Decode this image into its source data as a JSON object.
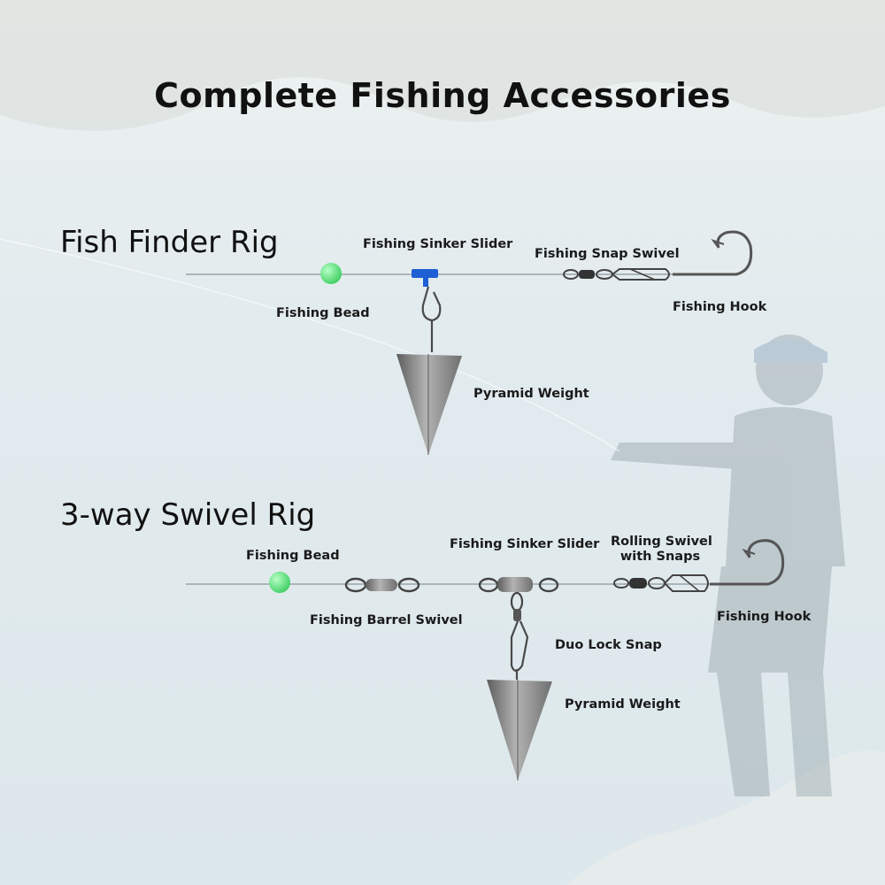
{
  "title": "Complete Fishing Accessories",
  "colors": {
    "bead": "#5be07a",
    "slider": "#1f5fd6",
    "weight": "#8c8c8c",
    "line": "#9aa3a8",
    "sky": "#dfeaee"
  },
  "rigs": [
    {
      "title": "Fish Finder Rig",
      "labels": {
        "slider": "Fishing Sinker Slider",
        "snap_swivel": "Fishing Snap Swivel",
        "bead": "Fishing Bead",
        "hook": "Fishing Hook",
        "weight": "Pyramid Weight"
      }
    },
    {
      "title": "3-way Swivel Rig",
      "labels": {
        "bead": "Fishing Bead",
        "slider": "Fishing Sinker Slider",
        "rolling_swivel_line1": "Rolling Swivel",
        "rolling_swivel_line2": "with Snaps",
        "barrel_swivel": "Fishing Barrel Swivel",
        "hook": "Fishing Hook",
        "duo_lock": "Duo Lock Snap",
        "weight": "Pyramid Weight"
      }
    }
  ]
}
